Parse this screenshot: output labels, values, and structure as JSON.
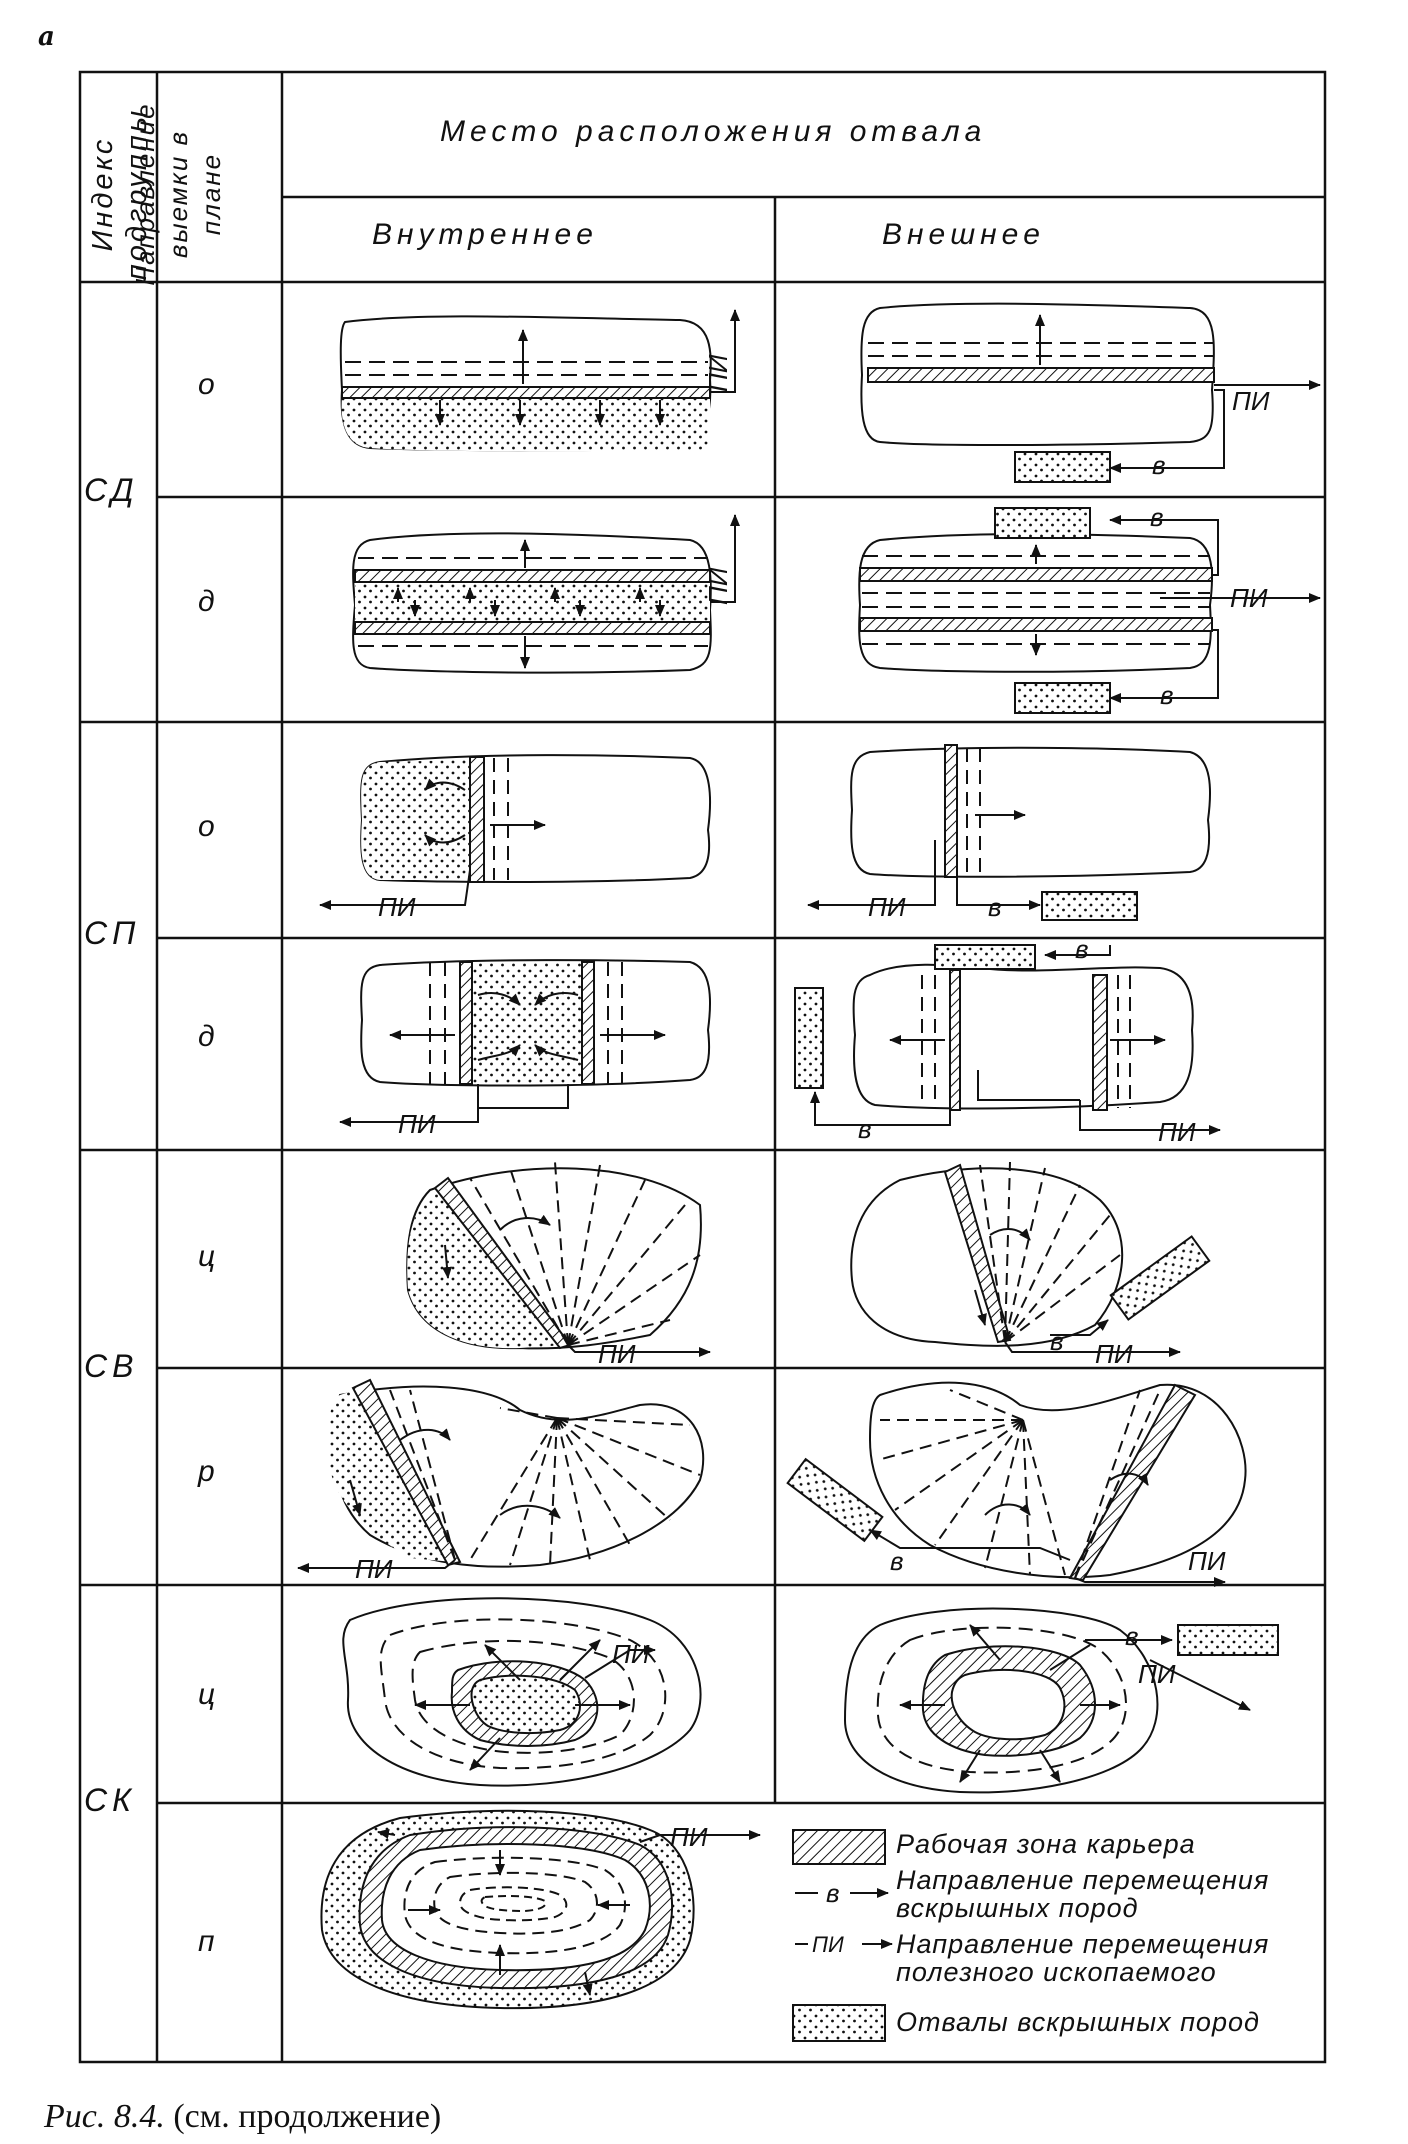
{
  "figure_label": "а",
  "headers": {
    "index": "Индекс подгруппы",
    "direction": "Направление выемки в плане",
    "location": "Место расположения отвала",
    "internal": "Внутреннее",
    "external": "Внешнее"
  },
  "groups": [
    "СД",
    "СП",
    "СВ",
    "СК"
  ],
  "rows": [
    "о",
    "д",
    "о",
    "д",
    "ц",
    "р",
    "ц",
    "п"
  ],
  "diagram_labels": {
    "mineral": "ПИ",
    "overburden": "в"
  },
  "legend": {
    "work_zone": "Рабочая зона карьера",
    "overburden_dir": "Направление перемещения вскрышных пород",
    "mineral_dir": "Направление перемещения полезного ископаемого",
    "dumps": "Отвалы вскрышных пород",
    "overburden_symbol": "в",
    "mineral_symbol": "ПИ"
  },
  "caption": {
    "figure": "Рис. 8.4.",
    "note": "(см. продолжение)"
  }
}
